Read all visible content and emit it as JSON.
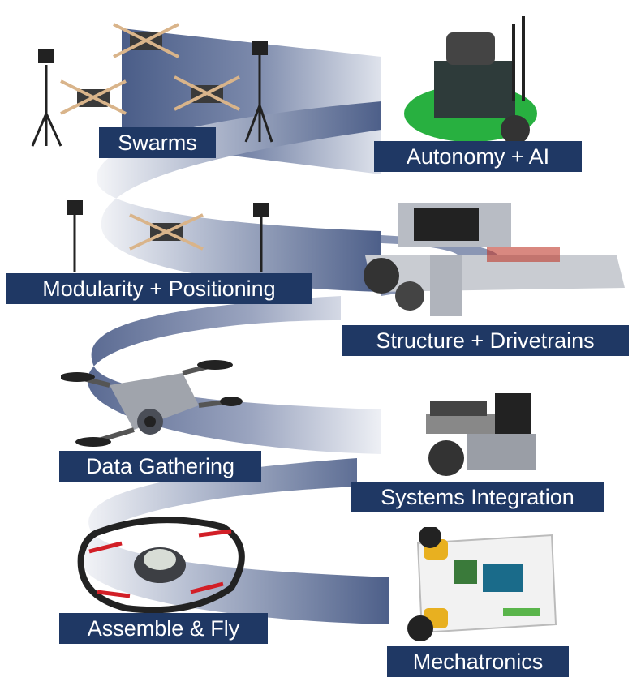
{
  "diagram": {
    "levels": [
      {
        "left": {
          "label": "Swarms",
          "icon": "drone-swarm-icon"
        },
        "right": {
          "label": "Autonomy + AI",
          "icon": "autonomous-robot-icon"
        }
      },
      {
        "left": {
          "label": "Modularity + Positioning",
          "icon": "modular-drone-icon"
        },
        "right": {
          "label": "Structure + Drivetrains",
          "icon": "metal-chassis-robot-icon"
        }
      },
      {
        "left": {
          "label": "Data Gathering",
          "icon": "camera-drone-icon"
        },
        "right": {
          "label": "Systems Integration",
          "icon": "sensor-robot-icon"
        }
      },
      {
        "left": {
          "label": "Assemble & Fly",
          "icon": "caged-drone-icon"
        },
        "right": {
          "label": "Mechatronics",
          "icon": "arduino-car-icon"
        }
      }
    ],
    "colors": {
      "label_background": "#1f3864",
      "label_text": "#ffffff",
      "ribbon_dark": "#4a5d88",
      "ribbon_light": "#eef0f5"
    }
  }
}
